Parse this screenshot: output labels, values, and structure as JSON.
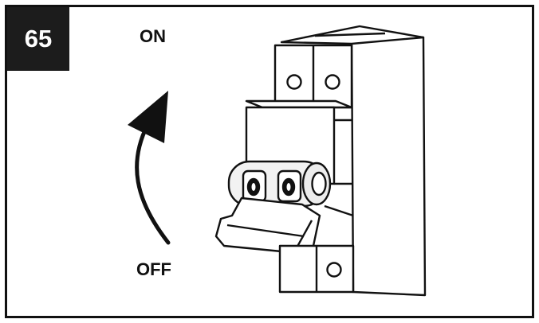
{
  "step": {
    "number": "65"
  },
  "labels": {
    "on": "ON",
    "off": "OFF"
  },
  "icons": {
    "direction": "curved-arrow-up-icon",
    "device": "circuit-breaker-icon"
  },
  "colors": {
    "ink": "#111111",
    "badge": "#1c1c1c",
    "paper": "#ffffff",
    "highlight": "#ececec"
  }
}
